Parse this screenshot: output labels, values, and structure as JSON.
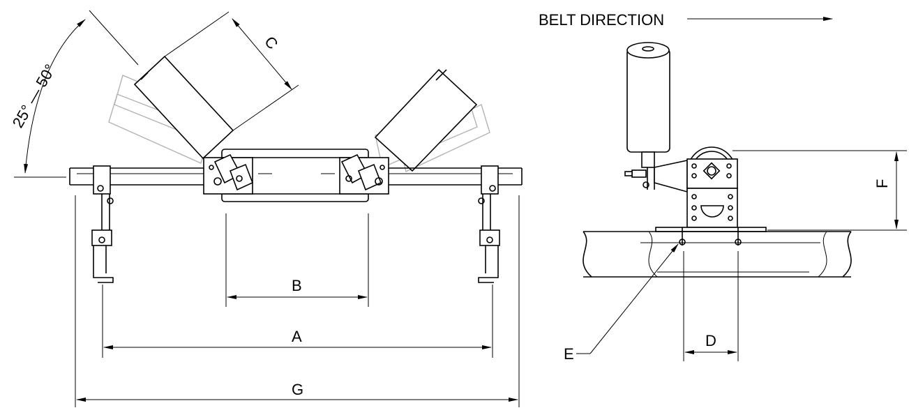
{
  "belt_direction_label": "BELT DIRECTION",
  "angle_label": "25° — 50°",
  "dimensions": {
    "a": "A",
    "b": "B",
    "c": "C",
    "d": "D",
    "e": "E",
    "f": "F",
    "g": "G"
  }
}
